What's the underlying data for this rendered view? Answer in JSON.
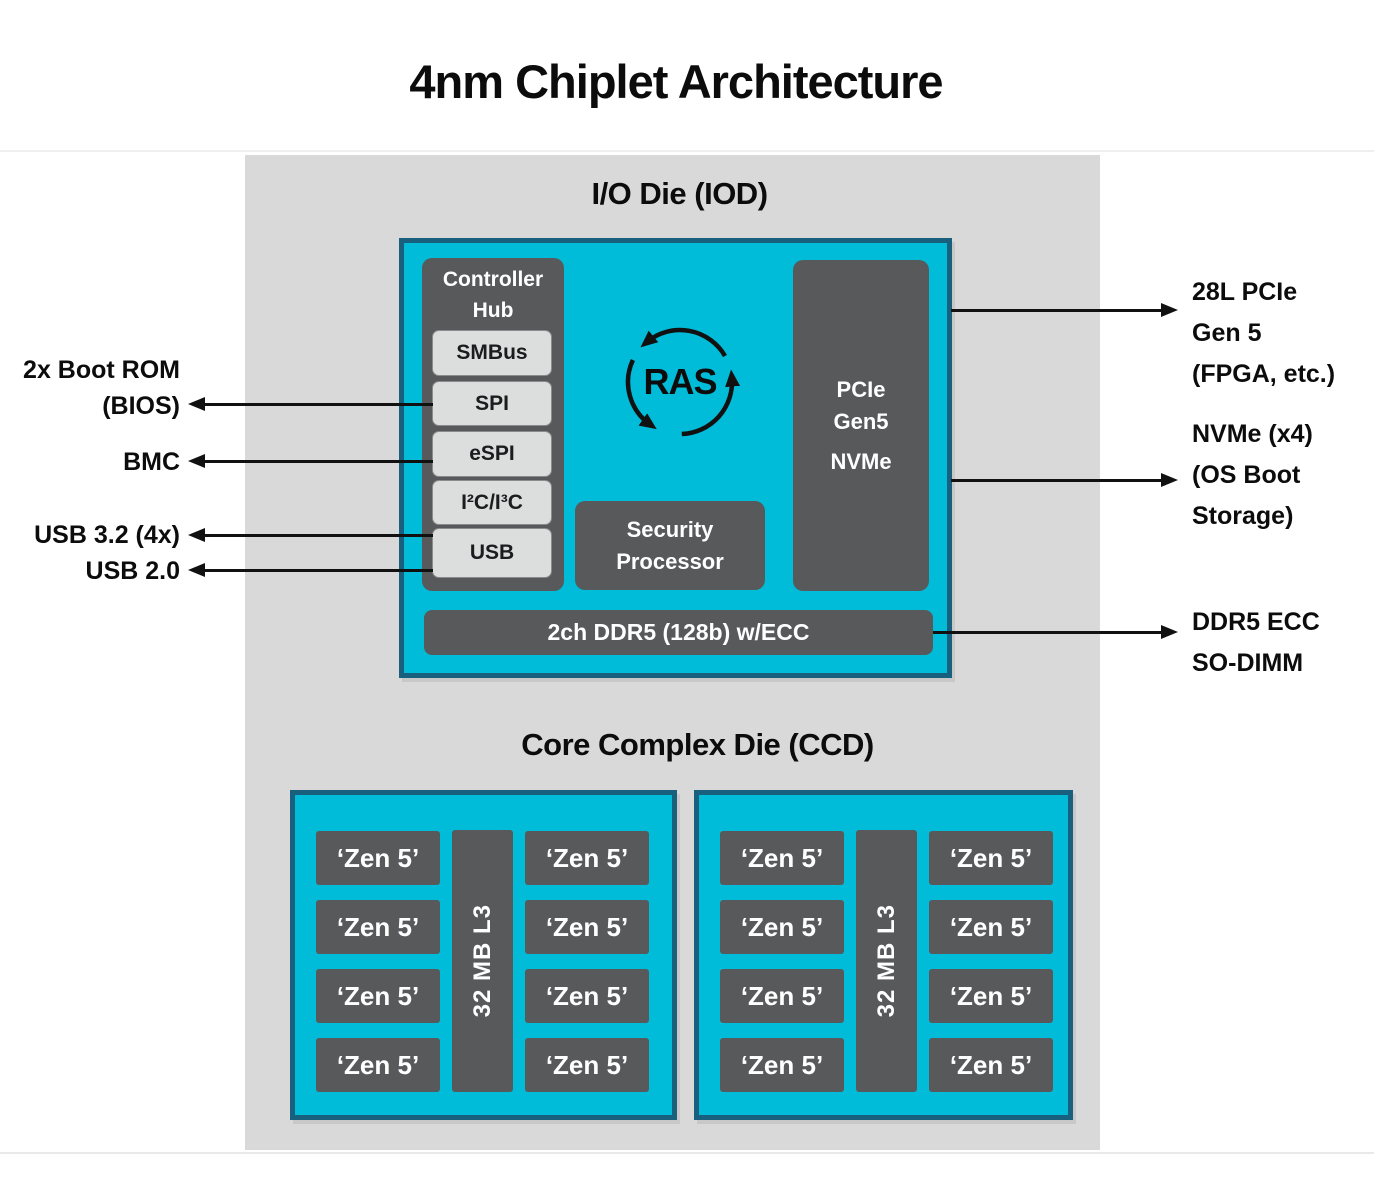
{
  "title": "4nm Chiplet Architecture",
  "colors": {
    "cyan": "#00bcd9",
    "teal": "#19607f",
    "darkgray": "#58595b",
    "lightgray": "#dcdddd",
    "panel": "#d9d9d9",
    "ink": "#121212"
  },
  "iod": {
    "heading": "I/O Die (IOD)",
    "controller_hub": {
      "title_line1": "Controller",
      "title_line2": "Hub",
      "ports": [
        "SMBus",
        "SPI",
        "eSPI",
        "I²C/I³C",
        "USB"
      ]
    },
    "ras_label": "RAS",
    "pcie_block": {
      "lines": [
        "PCIe",
        "Gen5",
        "NVMe"
      ]
    },
    "security_processor": {
      "lines": [
        "Security",
        "Processor"
      ]
    },
    "ddr5_label": "2ch DDR5 (128b) w/ECC"
  },
  "left_labels": [
    {
      "lines": [
        "2x Boot ROM",
        "(BIOS)"
      ]
    },
    {
      "lines": [
        "BMC"
      ]
    },
    {
      "lines": [
        "USB 3.2 (4x)"
      ]
    },
    {
      "lines": [
        "USB 2.0"
      ]
    }
  ],
  "right_labels": [
    {
      "lines": [
        "28L PCIe",
        "Gen 5",
        "(FPGA, etc.)"
      ]
    },
    {
      "lines": [
        "NVMe (x4)",
        "(OS Boot",
        "Storage)"
      ]
    },
    {
      "lines": [
        "DDR5 ECC",
        "SO-DIMM"
      ]
    }
  ],
  "ccd": {
    "heading": "Core Complex Die (CCD)",
    "zen_label": "‘Zen 5’",
    "l3_label": "32 MB L3"
  }
}
